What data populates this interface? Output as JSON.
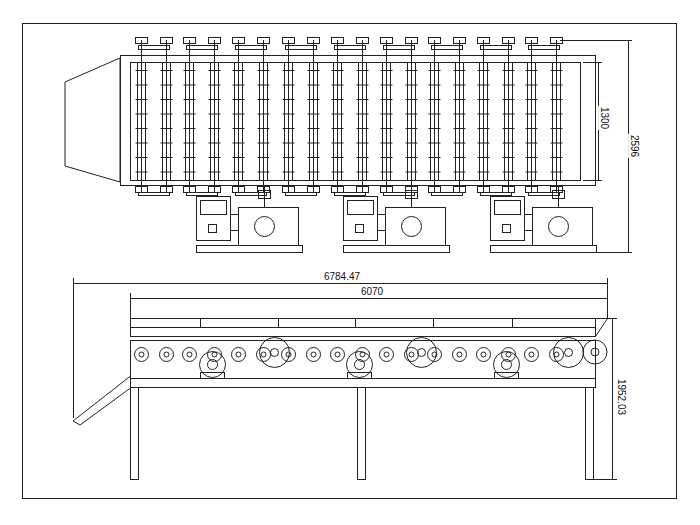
{
  "diagram": {
    "labels": [
      "1300",
      "2596",
      "6784.47",
      "6070",
      "1952.03"
    ]
  }
}
